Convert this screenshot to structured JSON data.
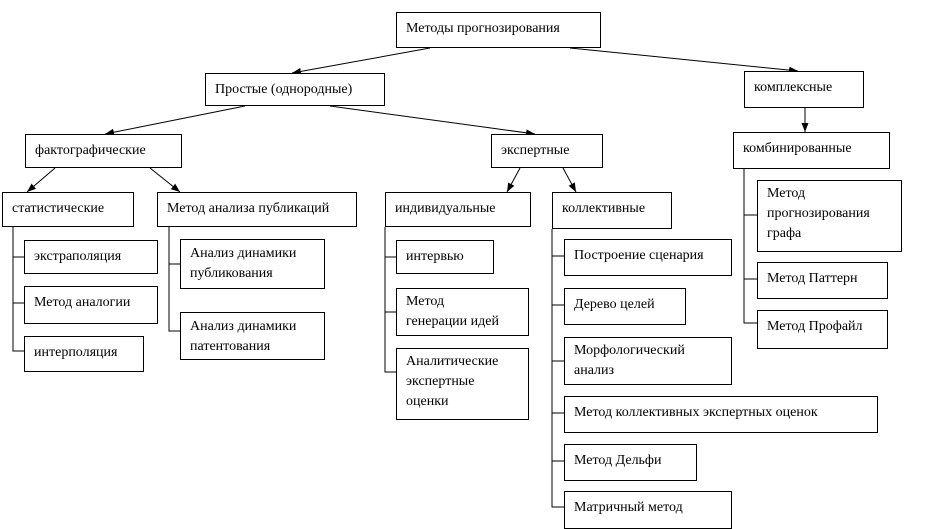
{
  "diagram": {
    "root": "Методы прогнозирования",
    "simple": "Простые (однородные)",
    "complex": "комплексные",
    "factographic": "фактографические",
    "expert": "экспертные",
    "combined": "комбинированные",
    "statistical": "статистические",
    "publication_analysis": "Метод анализа публикаций",
    "individual": "индивидуальные",
    "collective": "коллективные",
    "extrapolation": "экстраполяция",
    "analogy": "Метод аналогии",
    "interpolation": "интерполяция",
    "publication_dynamics": "Анализ динамики\nпубликования",
    "patent_dynamics": "Анализ динамики\nпатентования",
    "interview": "интервью",
    "idea_generation": "Метод\nгенерации идей",
    "analytical_estimates": "Аналитические\nэкспертные\nоценки",
    "scenario": "Построение сценария",
    "goal_tree": "Дерево целей",
    "morphological": "Морфологический\nанализ",
    "collective_estimates": "Метод коллективных экспертных оценок",
    "delphi": "Метод Дельфи",
    "matrix": "Матричный метод",
    "graph_method": "Метод\nпрогнозирования\nграфа",
    "pattern": "Метод Паттерн",
    "profile": "Метод Профайл"
  }
}
